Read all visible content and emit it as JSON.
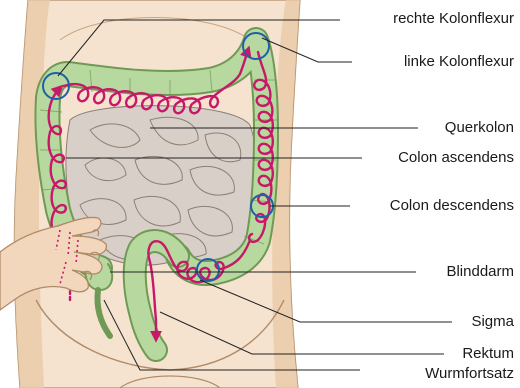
{
  "labels": {
    "rechte_kolonflexur": "rechte  Kolonflexur",
    "linke_kolonflexur": "linke Kolonflexur",
    "querkolon": "Querkolon",
    "colon_ascendens": "Colon ascendens",
    "colon_descendens": "Colon descendens",
    "blinddarm": "Blinddarm",
    "sigma": "Sigma",
    "rektum": "Rektum",
    "wurmfortsatz": "Wurmfortsatz"
  },
  "colors": {
    "skin": "#f5e3cf",
    "skin_shadow": "#e9c9a6",
    "skin_outline": "#b08a68",
    "colon": "#b7d9a0",
    "colon_outline": "#6f9a55",
    "intestine": "#d9cfc9",
    "intestine_outline": "#8c7f78",
    "massage_path": "#c8186a",
    "flexure_circle": "#1f5fa8",
    "leader_line": "#222222"
  }
}
